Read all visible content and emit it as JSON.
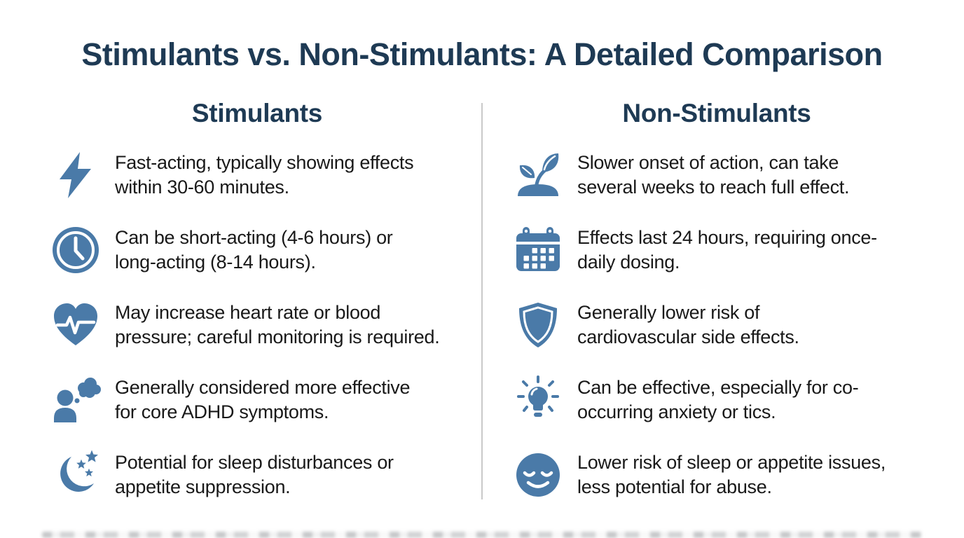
{
  "page": {
    "title": "Stimulants vs. Non-Stimulants: A Detailed Comparison"
  },
  "colors": {
    "heading": "#1e3a54",
    "icon": "#4a7aa8",
    "body_text": "#191919",
    "divider": "#c9c9c9",
    "background": "#ffffff"
  },
  "columns": [
    {
      "header": "Stimulants",
      "items": [
        {
          "icon": "lightning-bolt-icon",
          "text": "Fast-acting, typically showing effects\nwithin 30-60 minutes."
        },
        {
          "icon": "clock-icon",
          "text": "Can be short-acting (4-6 hours) or\nlong-acting (8-14 hours)."
        },
        {
          "icon": "heart-pulse-icon",
          "text": "May increase heart rate or blood\npressure; careful monitoring is required."
        },
        {
          "icon": "person-thought-icon",
          "text": "Generally considered more effective\nfor core ADHD symptoms."
        },
        {
          "icon": "moon-stars-icon",
          "text": "Potential for sleep disturbances or\nappetite suppression."
        }
      ]
    },
    {
      "header": "Non-Stimulants",
      "items": [
        {
          "icon": "seedling-icon",
          "text": "Slower onset of action, can take\nseveral weeks to reach full effect."
        },
        {
          "icon": "calendar-icon",
          "text": "Effects last 24 hours, requiring once-\ndaily dosing."
        },
        {
          "icon": "shield-icon",
          "text": "Generally lower risk of\ncardiovascular side effects."
        },
        {
          "icon": "lightbulb-icon",
          "text": "Can be effective, especially for co-\noccurring anxiety or tics."
        },
        {
          "icon": "calm-face-icon",
          "text": "Lower risk of sleep or appetite issues,\nless potential for abuse."
        }
      ]
    }
  ]
}
